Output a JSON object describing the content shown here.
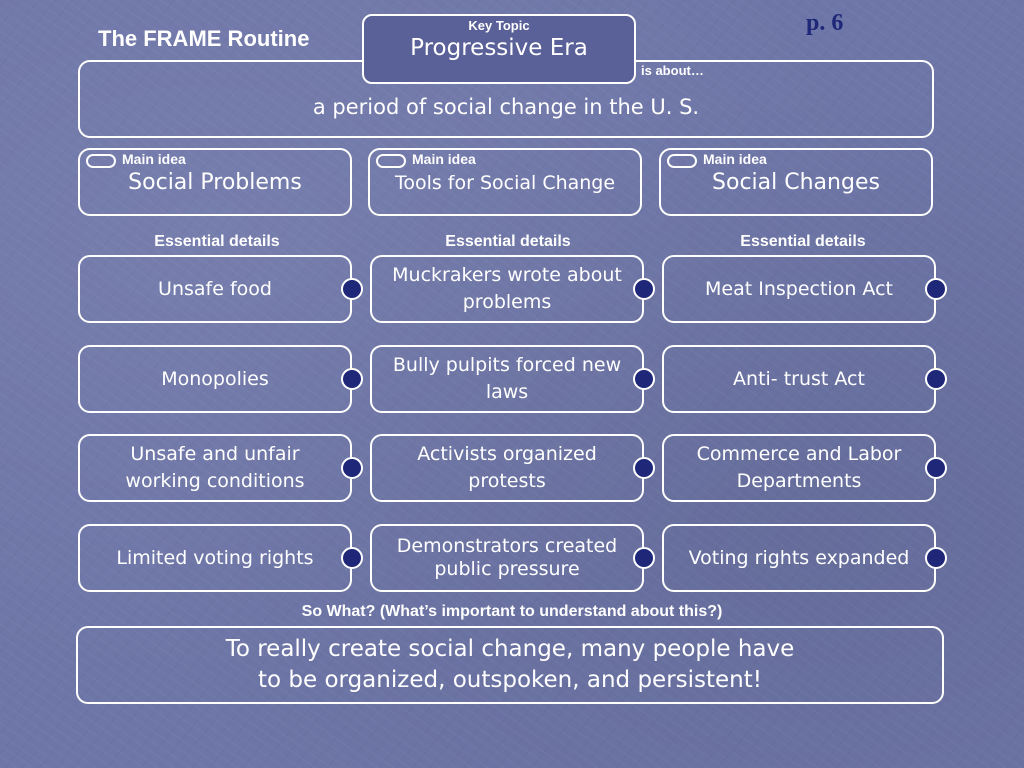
{
  "frame_title": "The FRAME Routine",
  "page_number": "p. 6",
  "key_topic": {
    "label": "Key Topic",
    "value": "Progressive Era"
  },
  "is_about": {
    "label": "is about…",
    "value": "a period of social change in the U. S."
  },
  "main_ideas": [
    {
      "label": "Main idea",
      "value": "Social Problems"
    },
    {
      "label": "Main idea",
      "value": "Tools for Social Change"
    },
    {
      "label": "Main idea",
      "value": "Social Changes"
    }
  ],
  "essential_details_label": "Essential details",
  "details": {
    "col1": [
      "Unsafe food",
      "Monopolies",
      "Unsafe and unfair working conditions",
      "Limited voting rights"
    ],
    "col2": [
      "Muckrakers wrote about problems",
      "Bully pulpits forced new laws",
      "Activists organized protests",
      "Demonstrators created public pressure"
    ],
    "col3": [
      "Meat Inspection Act",
      "Anti- trust Act",
      "Commerce and Labor Departments",
      "Voting rights expanded"
    ]
  },
  "so_what": {
    "label": "So What? (What’s important to understand about this?)",
    "value": "To really create social change, many people have to be organized, outspoken, and persistent!"
  }
}
